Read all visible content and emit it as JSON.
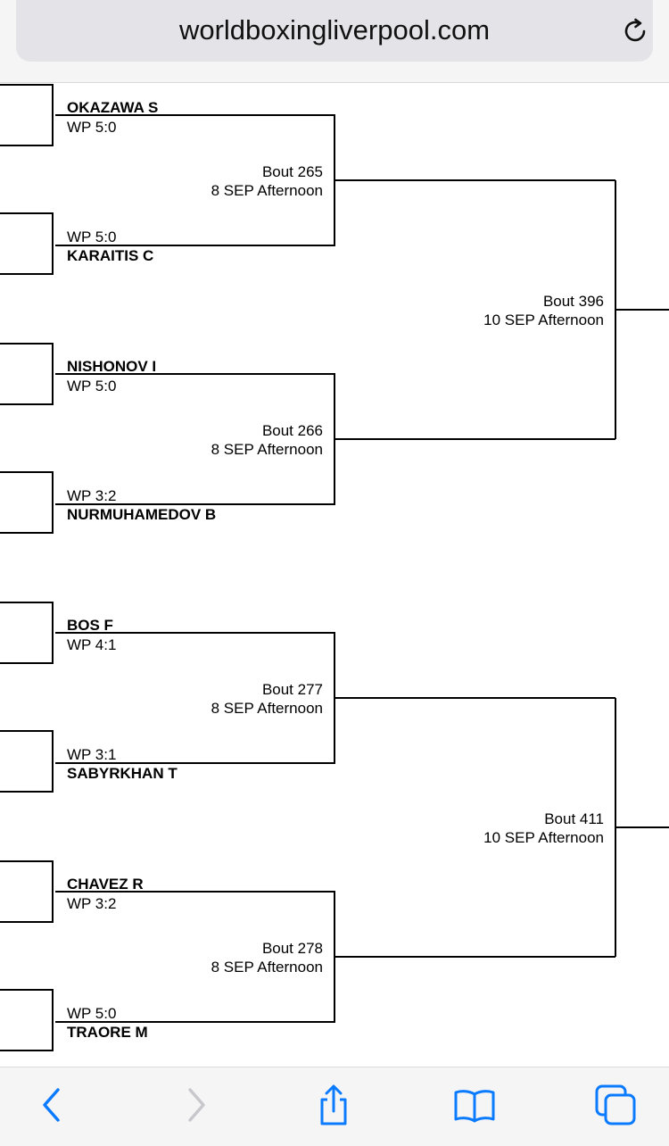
{
  "browser": {
    "url": "worldboxingliverpool.com",
    "accent": "#0a7aff",
    "disabled": "#c7c7cc"
  },
  "bracket": {
    "entrants": [
      {
        "name": "OKAZAWA S",
        "score": "WP 5:0"
      },
      {
        "name": "KARAITIS C",
        "score": "WP 5:0"
      },
      {
        "name": "NISHONOV I",
        "score": "WP 5:0"
      },
      {
        "name": "NURMUHAMEDOV B",
        "score": "WP 3:2"
      },
      {
        "name": "BOS F",
        "score": "WP 4:1"
      },
      {
        "name": "SABYRKHAN T",
        "score": "WP 3:1"
      },
      {
        "name": "CHAVEZ R",
        "score": "WP 3:2"
      },
      {
        "name": "TRAORE M",
        "score": "WP 5:0"
      }
    ],
    "round1": [
      {
        "bout": "Bout  265",
        "date": "8 SEP Afternoon"
      },
      {
        "bout": "Bout  266",
        "date": "8 SEP Afternoon"
      },
      {
        "bout": "Bout  277",
        "date": "8 SEP Afternoon"
      },
      {
        "bout": "Bout  278",
        "date": "8 SEP Afternoon"
      }
    ],
    "round2": [
      {
        "bout": "Bout  396",
        "date": "10 SEP Afternoon"
      },
      {
        "bout": "Bout  411",
        "date": "10 SEP Afternoon"
      }
    ]
  },
  "toolbar": {
    "back_icon": "chevron-left-icon",
    "forward_icon": "chevron-right-icon",
    "share_icon": "share-icon",
    "bookmarks_icon": "book-icon",
    "tabs_icon": "tabs-icon"
  }
}
